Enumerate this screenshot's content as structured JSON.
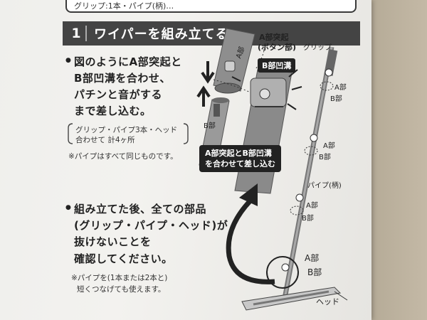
{
  "top_box_text": "グリップ:1本・パイプ(柄)…",
  "section": {
    "number": "1",
    "title": "ワイパーを組み立てる"
  },
  "instructions": {
    "step1": [
      "図のようにA部突起と",
      "B部凹溝を合わせ、",
      "パチンと音がする",
      "まで差し込む。"
    ],
    "step1_note": [
      "グリップ・パイプ3本・ヘッド",
      "合わせて 計4ヶ所"
    ],
    "pipe_note": "※パイプはすべて同じものです。",
    "step2": [
      "組み立てた後、全ての部品",
      "(グリップ・パイプ・ヘッド)が",
      "抜けないことを",
      "確認してください。"
    ],
    "step2_note": [
      "※パイプを(1本または2本と)",
      "短くつなげても使えます。"
    ]
  },
  "detail_labels": {
    "a_protrusion": [
      "A部突起",
      "(ボタン部)"
    ],
    "b_groove": "B部凹溝",
    "a_small": "A部",
    "b_small": "B部",
    "callout": [
      "A部突起とB部凹溝",
      "を合わせて差し込む"
    ]
  },
  "pole_labels": {
    "grip": "グリップ",
    "pipe": "パイプ(柄)",
    "head": "ヘッド",
    "a": "A部",
    "b": "B部"
  }
}
